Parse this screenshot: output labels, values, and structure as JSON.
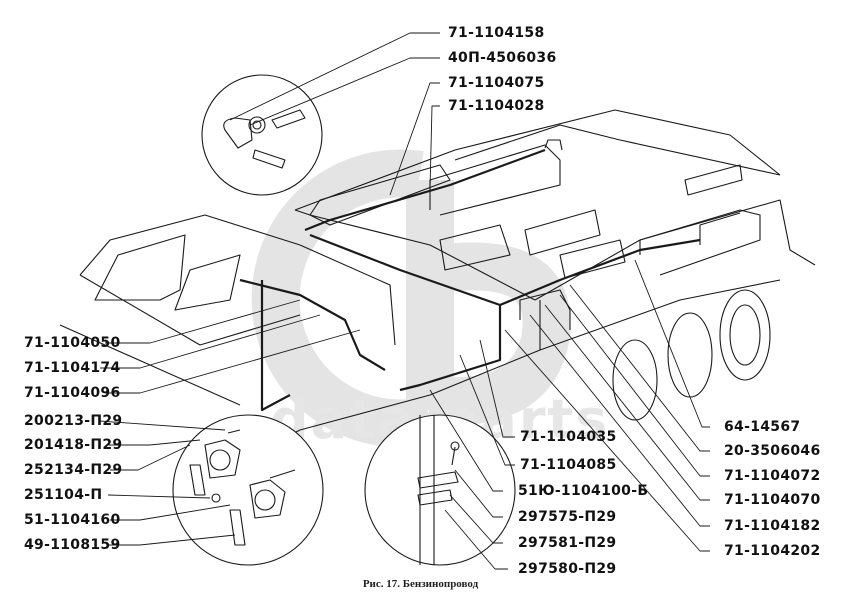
{
  "figure": {
    "caption": "Рис. 17. Бензинопровод",
    "watermark_text": "data-parts",
    "watermark_logo": "gb-logo"
  },
  "labels": {
    "top": [
      {
        "id": "l1",
        "text": "71-1104158"
      },
      {
        "id": "l2",
        "text": "40П-4506036"
      },
      {
        "id": "l3",
        "text": "71-1104075"
      },
      {
        "id": "l4",
        "text": "71-1104028"
      }
    ],
    "left": [
      {
        "id": "l5",
        "text": "71-1104050"
      },
      {
        "id": "l6",
        "text": "71-1104174"
      },
      {
        "id": "l7",
        "text": "71-1104096"
      },
      {
        "id": "l8",
        "text": "200213-П29"
      },
      {
        "id": "l9",
        "text": "201418-П29"
      },
      {
        "id": "l10",
        "text": "252134-П29"
      },
      {
        "id": "l11",
        "text": "251104-П"
      },
      {
        "id": "l12",
        "text": "51-1104160"
      },
      {
        "id": "l13",
        "text": "49-1108159"
      }
    ],
    "center": [
      {
        "id": "l14",
        "text": "71-1104035"
      },
      {
        "id": "l15",
        "text": "71-1104085"
      },
      {
        "id": "l16",
        "text": "51Ю-1104100-Б"
      },
      {
        "id": "l17",
        "text": "297575-П29"
      },
      {
        "id": "l18",
        "text": "297581-П29"
      },
      {
        "id": "l19",
        "text": "297580-П29"
      }
    ],
    "right": [
      {
        "id": "l20",
        "text": "64-14567"
      },
      {
        "id": "l21",
        "text": "20-3506046"
      },
      {
        "id": "l22",
        "text": "71-1104072"
      },
      {
        "id": "l23",
        "text": "71-1104070"
      },
      {
        "id": "l24",
        "text": "71-1104182"
      },
      {
        "id": "l25",
        "text": "71-1104202"
      }
    ]
  }
}
